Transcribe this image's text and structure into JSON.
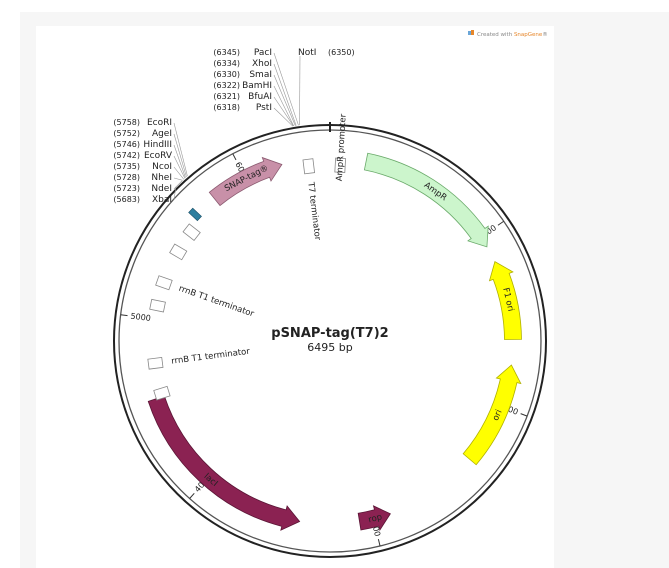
{
  "plasmid": {
    "name": "pSNAP-tag(T7)2",
    "length_label": "6495 bp",
    "length_bp": 6495
  },
  "watermark": {
    "prefix": "Created with ",
    "brand": "SnapGene",
    "suffix": "®"
  },
  "ticks": [
    {
      "label": "1000",
      "bp": 1000
    },
    {
      "label": "2000",
      "bp": 2000
    },
    {
      "label": "3000",
      "bp": 3000
    },
    {
      "label": "4000",
      "bp": 4000
    },
    {
      "label": "5000",
      "bp": 5000
    },
    {
      "label": "6000",
      "bp": 6000
    }
  ],
  "features": [
    {
      "name": "AmpR",
      "label": "AmpR",
      "start": 205,
      "end": 1065,
      "strand": "+",
      "color": "#ccf5cc",
      "stroke": "#6aaa6a"
    },
    {
      "name": "f1 ori",
      "label": "F1 ori",
      "start": 1160,
      "end": 1615,
      "strand": "-",
      "color": "#ffff00",
      "stroke": "#b0b000"
    },
    {
      "name": "ori",
      "label": "ori",
      "start": 1760,
      "end": 2350,
      "strand": "-",
      "color": "#ffff00",
      "stroke": "#b0b000"
    },
    {
      "name": "rop",
      "label": "rop",
      "start": 2900,
      "end": 3080,
      "strand": "-",
      "color": "#8b2252",
      "stroke": "#5a1535"
    },
    {
      "name": "lacI",
      "label": "lacI",
      "start": 3420,
      "end": 4540,
      "strand": "-",
      "color": "#8b2252",
      "stroke": "#5a1535"
    },
    {
      "name": "SNAP-tag",
      "label": "SNAP-tag®",
      "start": 5790,
      "end": 6220,
      "strand": "+",
      "color": "#c890a8",
      "stroke": "#8b5a70"
    }
  ],
  "boxes": [
    {
      "name": "T7 terminator",
      "label": "T7 terminator",
      "bp": 6370
    },
    {
      "name": "AmpR promoter",
      "label": "AmpR promoter",
      "bp": 60
    },
    {
      "name": "rrnB T1 terminator a",
      "label": "rrnB T1 terminator",
      "bp": 5220
    },
    {
      "name": "rrnB T1 terminator b",
      "label": "rrnB T1 terminator",
      "bp": 4740
    }
  ],
  "sites": [
    {
      "name": "PacI",
      "pos": "(6345)",
      "side": "left",
      "bp": 6345
    },
    {
      "name": "XhoI",
      "pos": "(6334)",
      "side": "left",
      "bp": 6334
    },
    {
      "name": "SmaI",
      "pos": "(6330)",
      "side": "left",
      "bp": 6330
    },
    {
      "name": "BamHI",
      "pos": "(6322)",
      "side": "left",
      "bp": 6322
    },
    {
      "name": "BfuAI",
      "pos": "(6321)",
      "side": "left",
      "bp": 6321
    },
    {
      "name": "PstI",
      "pos": "(6318)",
      "side": "left",
      "bp": 6318
    },
    {
      "name": "NotI",
      "pos": "(6350)",
      "side": "right",
      "bp": 6350
    },
    {
      "name": "EcoRI",
      "pos": "(5758)",
      "side": "left",
      "bp": 5758
    },
    {
      "name": "AgeI",
      "pos": "(5752)",
      "side": "left",
      "bp": 5752
    },
    {
      "name": "HindIII",
      "pos": "(5746)",
      "side": "left",
      "bp": 5746
    },
    {
      "name": "EcoRV",
      "pos": "(5742)",
      "side": "left",
      "bp": 5742
    },
    {
      "name": "NcoI",
      "pos": "(5735)",
      "side": "left",
      "bp": 5735
    },
    {
      "name": "NheI",
      "pos": "(5728)",
      "side": "left",
      "bp": 5728
    },
    {
      "name": "NdeI",
      "pos": "(5723)",
      "side": "left",
      "bp": 5723
    },
    {
      "name": "XbaI",
      "pos": "(5683)",
      "side": "left",
      "bp": 5683
    }
  ]
}
